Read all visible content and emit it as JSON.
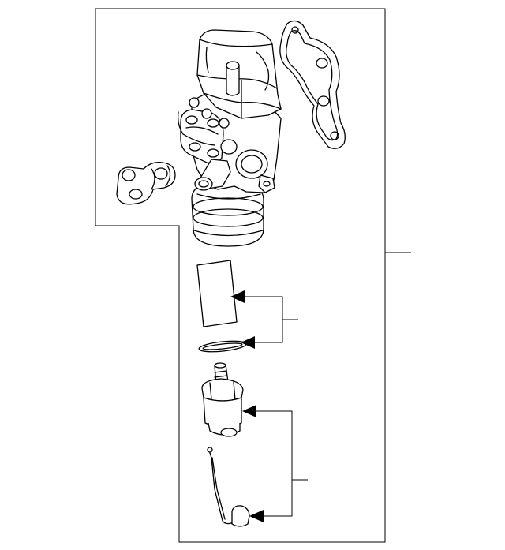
{
  "diagram": {
    "kind": "exploded parts diagram",
    "parts": [
      {
        "id": "housing-assembly",
        "icon": "oil-filter-housing-icon"
      },
      {
        "id": "gasket-large",
        "icon": "gasket-icon"
      },
      {
        "id": "seal-small",
        "icon": "seal-icon"
      },
      {
        "id": "filter-element",
        "icon": "filter-element-icon"
      },
      {
        "id": "o-ring",
        "icon": "o-ring-icon"
      },
      {
        "id": "cap",
        "icon": "filter-cap-icon"
      },
      {
        "id": "drain-tube",
        "icon": "drain-tube-icon"
      }
    ],
    "colors": {
      "line": "#000000",
      "background": "#ffffff"
    }
  }
}
